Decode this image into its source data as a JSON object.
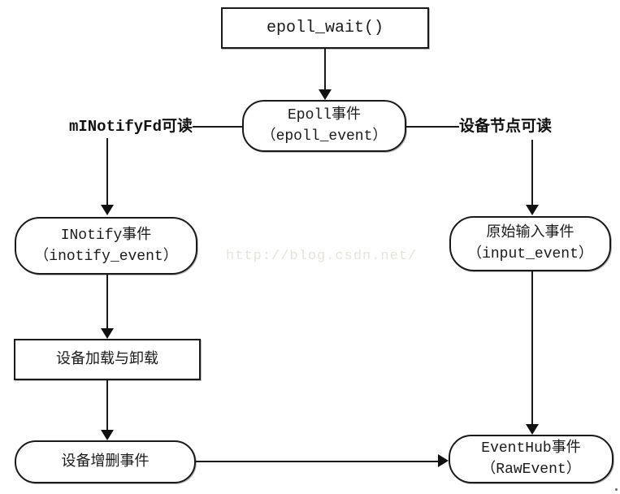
{
  "diagram": {
    "watermark": "http://blog.csdn.net/",
    "nodes": {
      "epoll_wait": {
        "label": "epoll_wait()"
      },
      "epoll_event": {
        "line1": "Epoll事件",
        "line2": "（epoll_event）"
      },
      "inotify_event": {
        "line1": "INotify事件",
        "line2": "（inotify_event）"
      },
      "input_event": {
        "line1": "原始输入事件",
        "line2": "（input_event）"
      },
      "device_load": {
        "label": "设备加载与卸载"
      },
      "device_change": {
        "label": "设备增删事件"
      },
      "eventhub": {
        "line1": "EventHub事件",
        "line2": "（RawEvent）"
      }
    },
    "edge_labels": {
      "left": "mINotifyFd可读",
      "right": "设备节点可读"
    },
    "colors": {
      "stroke": "#1a1a1a",
      "background": "#ffffff",
      "watermark": "#e5e3dc"
    }
  }
}
